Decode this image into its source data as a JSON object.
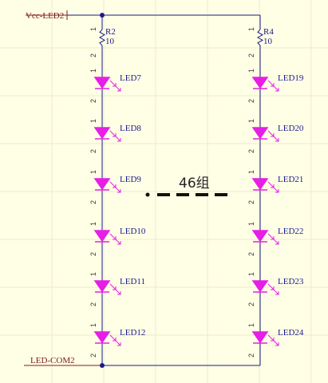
{
  "power_net": {
    "label": "Vcc-LED2",
    "color": "#8b1a1a"
  },
  "common_net": {
    "label": "LED-COM2",
    "color": "#8b1a1a"
  },
  "columns": [
    {
      "resistor": {
        "ref": "R2",
        "value": "10"
      },
      "leds": [
        "LED7",
        "LED8",
        "LED9",
        "LED10",
        "LED11",
        "LED12"
      ]
    },
    {
      "resistor": {
        "ref": "R4",
        "value": "10"
      },
      "leds": [
        "LED19",
        "LED20",
        "LED21",
        "LED22",
        "LED23",
        "LED24"
      ]
    }
  ],
  "pin_labels": {
    "anode": "1",
    "cathode": "2"
  },
  "annotation": {
    "text": "46组"
  },
  "colors": {
    "wire": "#1a1a8c",
    "led": "#e61ee6",
    "background": "#ffffe6"
  }
}
